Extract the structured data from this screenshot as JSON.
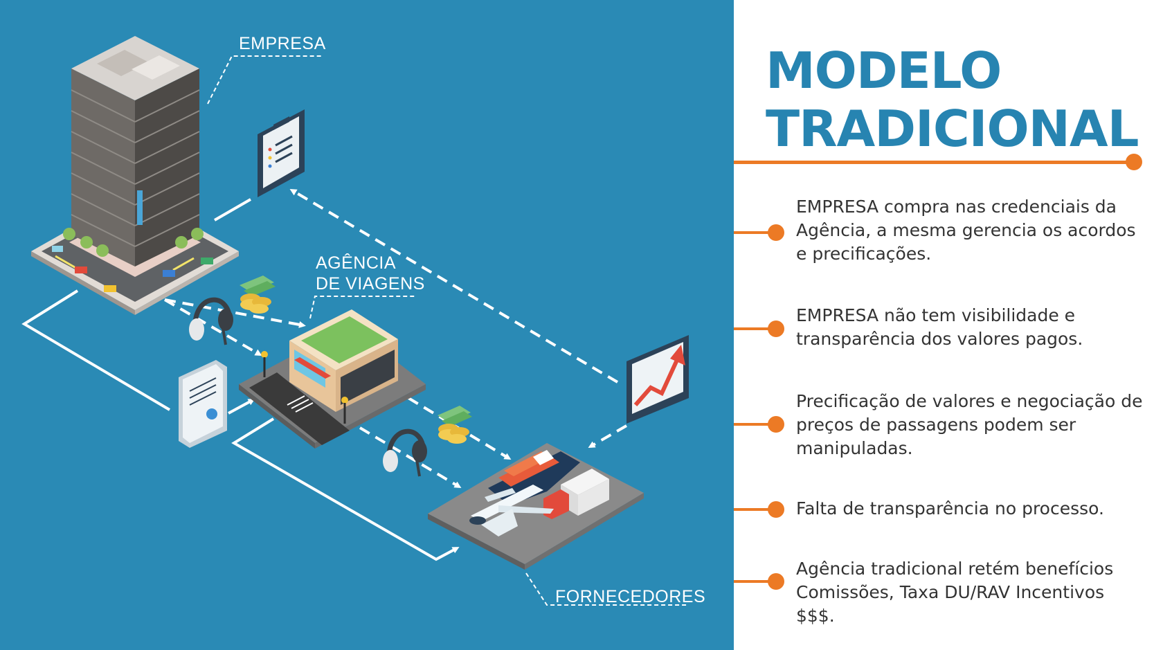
{
  "labels": {
    "empresa": "EMPRESA",
    "agencia_line1": "AGÊNCIA",
    "agencia_line2": "DE VIAGENS",
    "fornecedores": "FORNECEDORES"
  },
  "title": {
    "line1": "MODELO",
    "line2": "TRADICIONAL"
  },
  "points": [
    "EMPRESA compra nas credenciais da Agência, a mesma gerencia os acordos e precificações.",
    "EMPRESA não tem visibilidade e transparência dos valores pagos.",
    "Precificação de valores e negociação de preços de passagens podem ser manipuladas.",
    "Falta de transparência no processo.",
    "Agência tradicional retém benefícios Comissões, Taxa DU/RAV Incentivos $$$."
  ],
  "colors": {
    "background_blue": "#2a8ab5",
    "title_blue": "#2784b1",
    "accent_orange": "#ec7a25",
    "body_text": "#333333"
  },
  "icons": [
    "office-building-icon",
    "clipboard-icon",
    "money-icon",
    "headset-icon",
    "document-icon",
    "travel-agency-store-icon",
    "chart-up-icon",
    "suppliers-transport-icon"
  ]
}
